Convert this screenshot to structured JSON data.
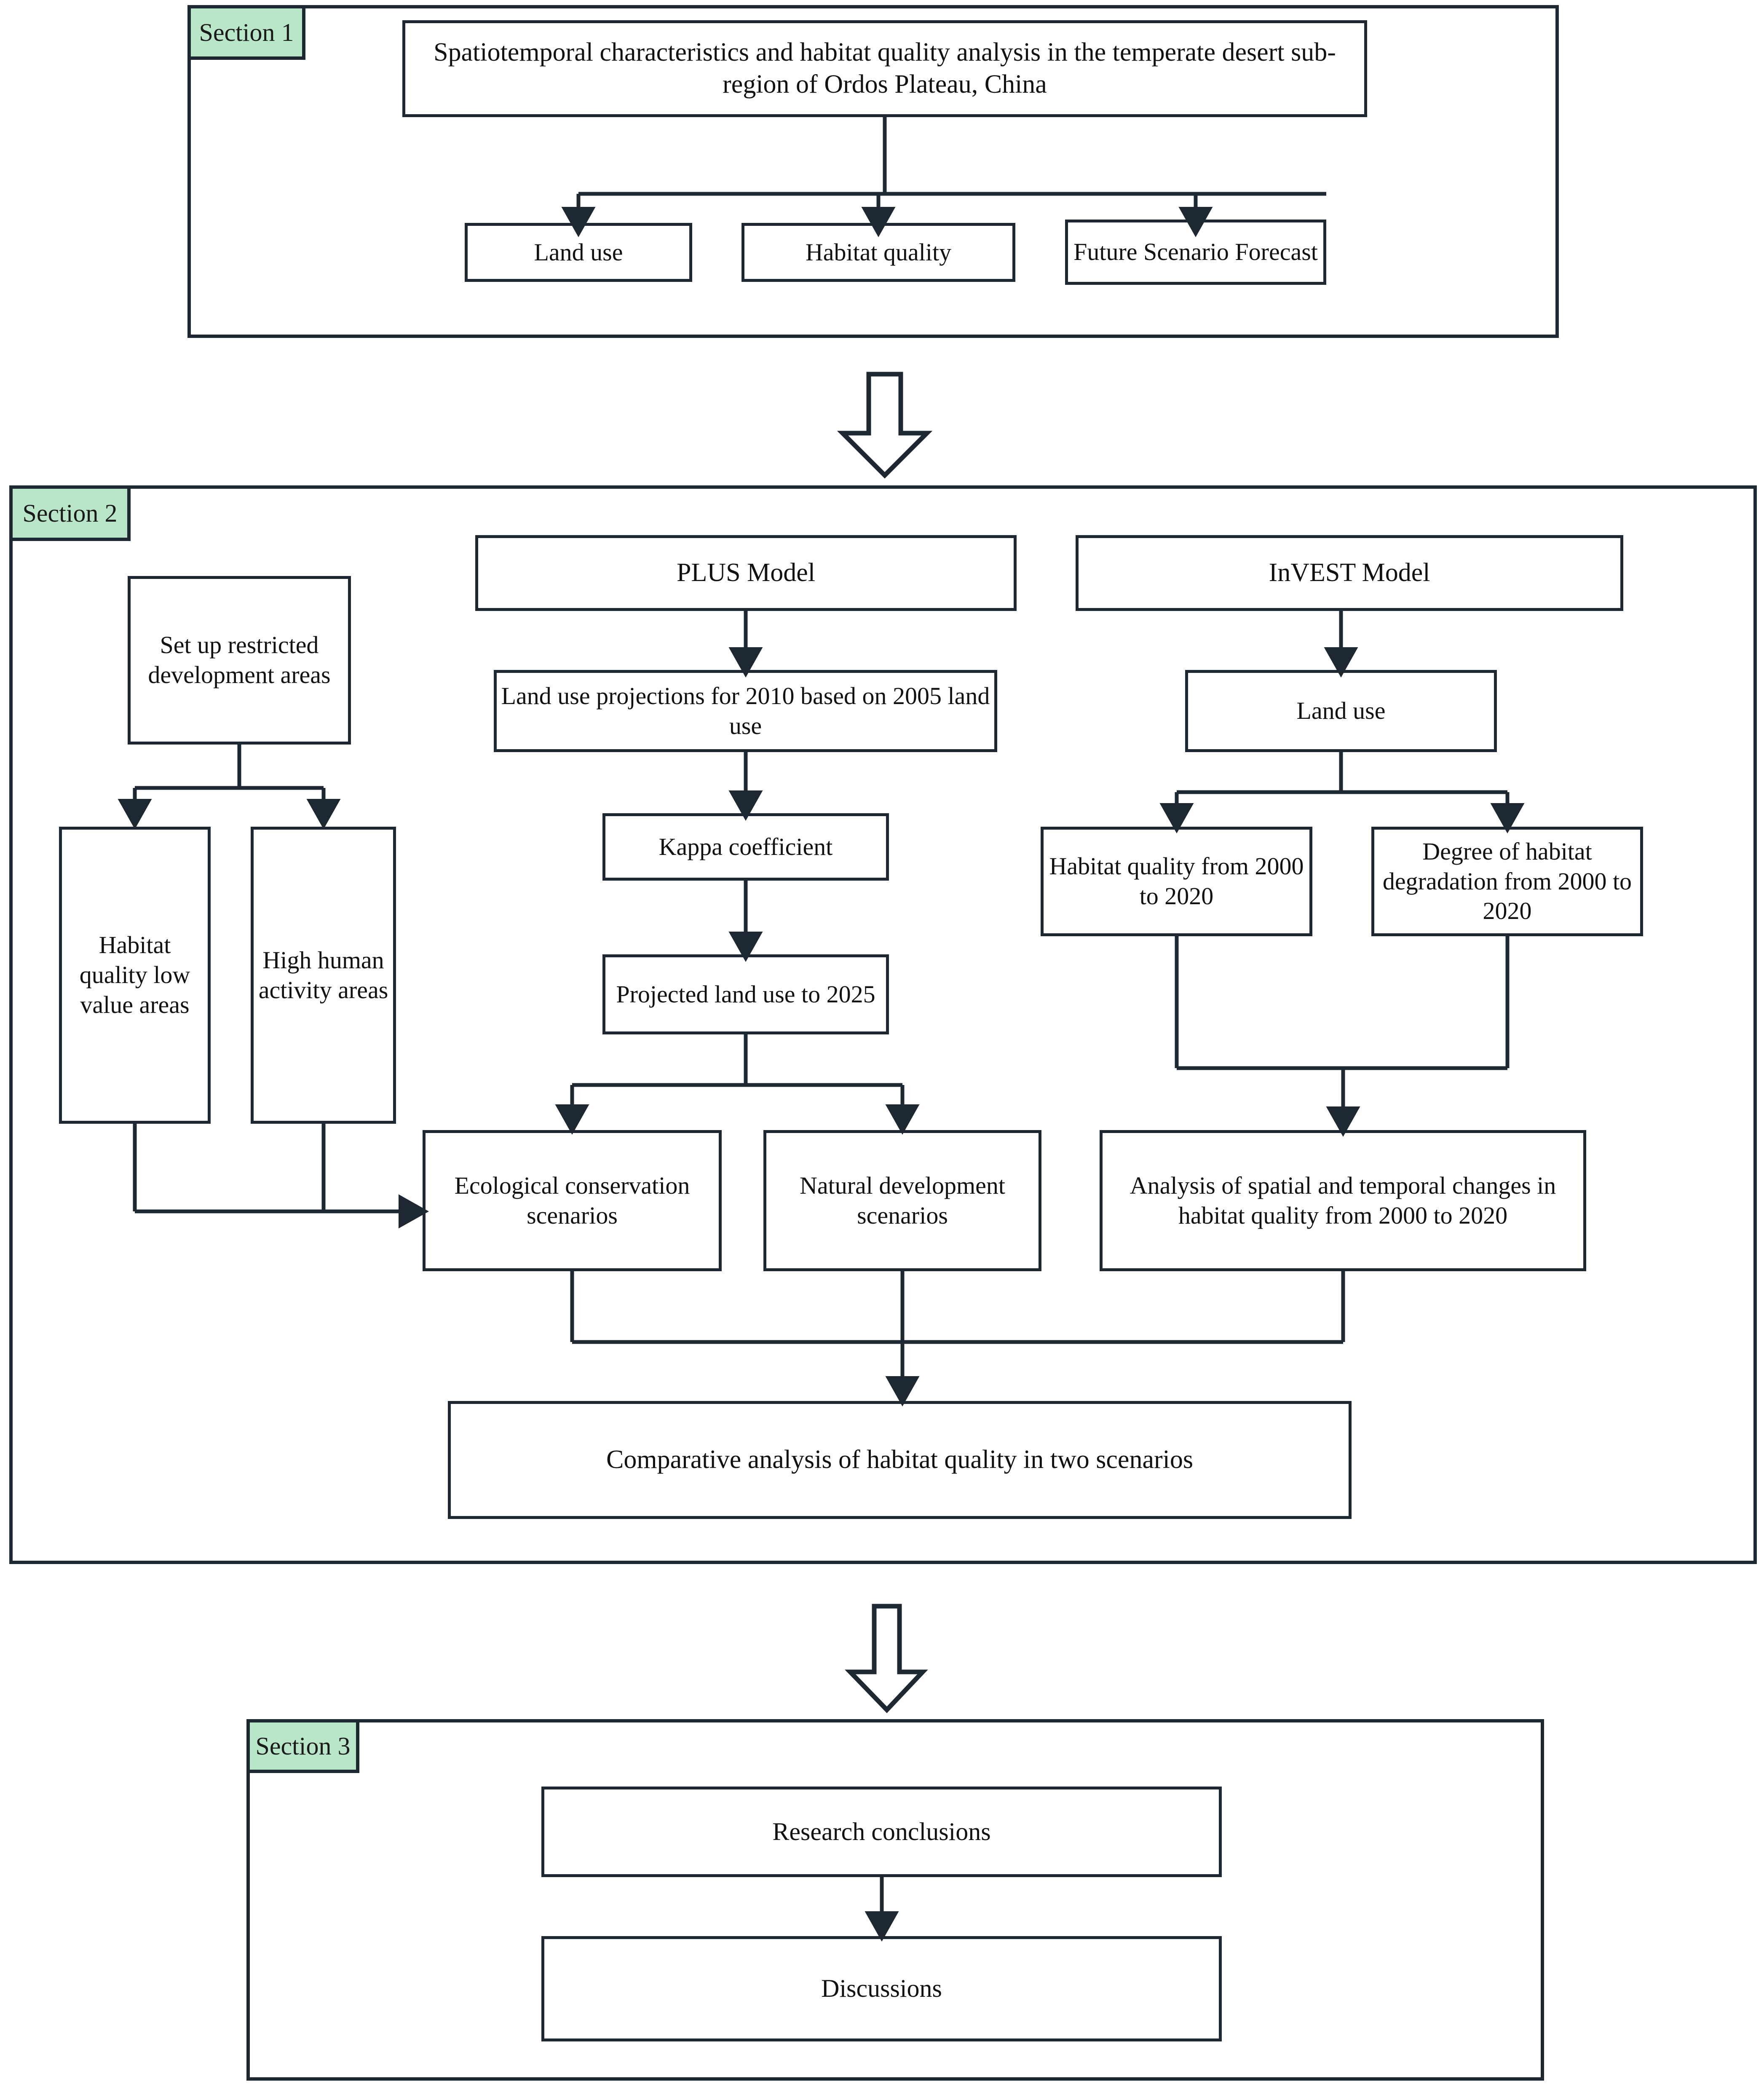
{
  "colors": {
    "ink": "#1d2833",
    "section_label_fill": "#b9e5c8",
    "box_fill": "#ffffff",
    "page_bg": "#ffffff"
  },
  "sections": [
    {
      "id": "section-1",
      "label": "Section 1",
      "boxes": {
        "title": "Spatiotemporal characteristics and habitat quality analysis in the temperate desert sub-region of Ordos Plateau, China",
        "children": [
          "Land use",
          "Habitat quality",
          "Future Scenario Forecast"
        ]
      }
    },
    {
      "id": "section-2",
      "label": "Section 2",
      "left_column": {
        "root": "Set up restricted development areas",
        "children": [
          "Habitat quality low value areas",
          "High human activity areas"
        ]
      },
      "plus_column": {
        "model": "PLUS Model",
        "steps": [
          "Land use projections for 2010 based on 2005 land use",
          "Kappa coefficient",
          "Projected land use to 2025"
        ],
        "scenarios": [
          "Ecological conservation scenarios",
          "Natural development scenarios"
        ]
      },
      "invest_column": {
        "model": "InVEST Model",
        "input": "Land use",
        "outputs": [
          "Habitat quality from 2000 to 2020",
          "Degree of habitat degradation from 2000 to 2020"
        ],
        "analysis": "Analysis of spatial and temporal changes in habitat quality from 2000 to 2020"
      },
      "summary": "Comparative analysis of habitat quality in two scenarios"
    },
    {
      "id": "section-3",
      "label": "Section 3",
      "boxes": [
        "Research conclusions",
        "Discussions"
      ]
    }
  ],
  "connectors": {
    "section1_to_section2": "big-hollow-down-arrow",
    "section2_to_section3": "big-hollow-down-arrow"
  }
}
